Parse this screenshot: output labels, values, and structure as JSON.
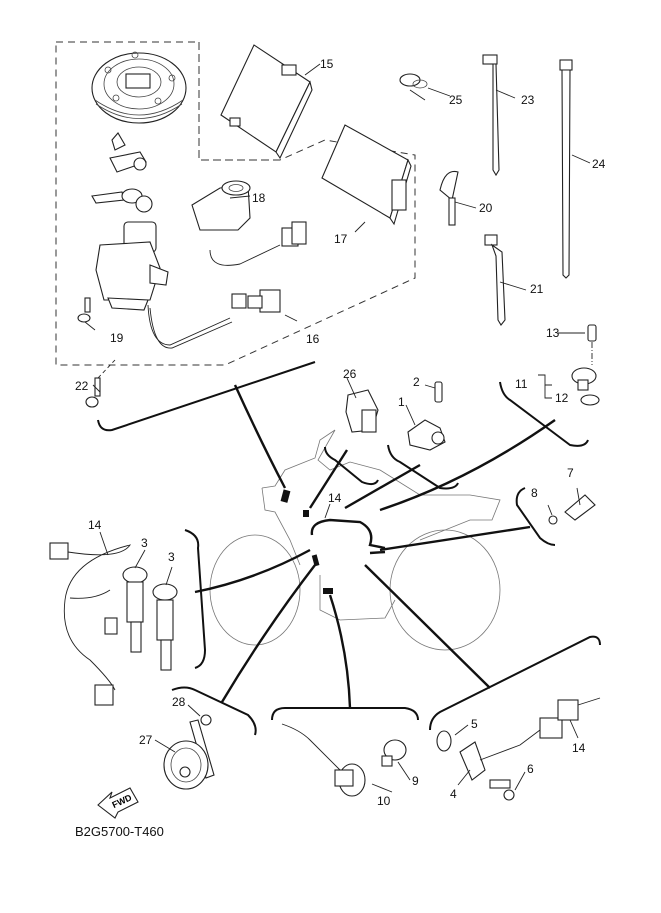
{
  "diagram": {
    "title_code": "B2G5700-T460",
    "fwd_arrow_label": "FWD",
    "callouts": [
      {
        "id": "1",
        "part": "sensor"
      },
      {
        "id": "2",
        "part": "bolt"
      },
      {
        "id": "3",
        "part": "ignition-coil"
      },
      {
        "id": "3b",
        "label": "3",
        "part": "ignition-coil"
      },
      {
        "id": "4",
        "part": "speed-sensor"
      },
      {
        "id": "5",
        "part": "o-ring"
      },
      {
        "id": "6",
        "part": "bolt"
      },
      {
        "id": "7",
        "part": "temperature-sensor"
      },
      {
        "id": "8",
        "part": "gasket"
      },
      {
        "id": "9",
        "part": "switch"
      },
      {
        "id": "10",
        "part": "sensor"
      },
      {
        "id": "11",
        "part": "sensor-assembly"
      },
      {
        "id": "12",
        "part": "o-ring"
      },
      {
        "id": "13",
        "part": "bolt"
      },
      {
        "id": "14",
        "part": "wire-harness"
      },
      {
        "id": "14b",
        "label": "14",
        "part": "wire-harness"
      },
      {
        "id": "14c",
        "label": "14",
        "part": "wire-harness"
      },
      {
        "id": "15",
        "part": "ecu"
      },
      {
        "id": "16",
        "part": "main-switch-wire-lead"
      },
      {
        "id": "17",
        "part": "immobilizer-unit"
      },
      {
        "id": "18",
        "part": "antenna-lock"
      },
      {
        "id": "19",
        "part": "screw"
      },
      {
        "id": "20",
        "part": "key"
      },
      {
        "id": "21",
        "part": "cable-tie"
      },
      {
        "id": "22",
        "part": "bolt"
      },
      {
        "id": "23",
        "part": "cable-tie"
      },
      {
        "id": "24",
        "part": "cable-tie"
      },
      {
        "id": "25",
        "part": "clamp"
      },
      {
        "id": "26",
        "part": "relay"
      },
      {
        "id": "27",
        "part": "horn"
      },
      {
        "id": "28",
        "part": "nut"
      }
    ],
    "labels": {
      "c1": "1",
      "c2": "2",
      "c3a": "3",
      "c3b": "3",
      "c4": "4",
      "c5": "5",
      "c6": "6",
      "c7": "7",
      "c8": "8",
      "c9": "9",
      "c10": "10",
      "c11": "11",
      "c12": "12",
      "c13": "13",
      "c14a": "14",
      "c14b": "14",
      "c14c": "14",
      "c15": "15",
      "c16": "16",
      "c17": "17",
      "c18": "18",
      "c19": "19",
      "c20": "20",
      "c21": "21",
      "c22": "22",
      "c23": "23",
      "c24": "24",
      "c25": "25",
      "c26": "26",
      "c27": "27",
      "c28": "28"
    }
  }
}
